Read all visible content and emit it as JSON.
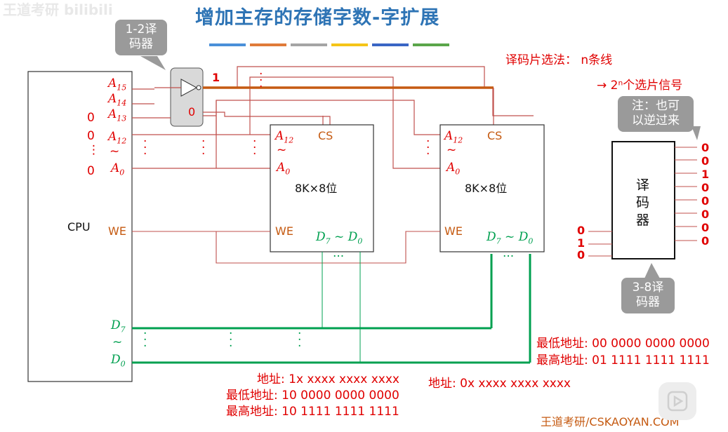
{
  "watermark": "王道考研 bilibili",
  "title": "增加主存的存储字数-字扩展",
  "title_bar_colors": [
    "#4a90d9",
    "#e07b39",
    "#a5a5a5",
    "#f5c518",
    "#3a66c5",
    "#5aa64a"
  ],
  "decoder_small": {
    "callout": [
      "1-2译",
      "码器"
    ],
    "out_high": "1",
    "out_low": "0"
  },
  "cpu": {
    "label": "CPU",
    "addr_pins": [
      "A15",
      "A14",
      "A13",
      "A12",
      "~",
      "A0"
    ],
    "addr_values": [
      "0",
      "0",
      "⋮",
      "0"
    ],
    "we_label": "WE",
    "data_pins": [
      "D7",
      "~",
      "D0"
    ]
  },
  "chips": [
    {
      "cs": "CS",
      "addr_top": "A12",
      "addr_sep": "~",
      "addr_bottom": "A0",
      "size": "8K×8位",
      "we": "WE",
      "data": "D7 ~ D0"
    },
    {
      "cs": "CS",
      "addr_top": "A12",
      "addr_sep": "~",
      "addr_bottom": "A0",
      "size": "8K×8位",
      "we": "WE",
      "data": "D7 ~ D0"
    }
  ],
  "notes": {
    "select_method": "译码片选法： n条线",
    "arrow_signals": "→ 2ⁿ个选片信号",
    "note_callout": [
      "注：也可",
      "以逆过来"
    ]
  },
  "decoder_big": {
    "label": [
      "译",
      "码",
      "器"
    ],
    "inputs": [
      "0",
      "1",
      "0"
    ],
    "outputs": [
      "0",
      "0",
      "1",
      "0",
      "0",
      "0",
      "0",
      "0"
    ],
    "callout": [
      "3-8译",
      "码器"
    ]
  },
  "chip1_addresses": {
    "pattern": "地址: 1x xxxx xxxx xxxx",
    "lowest": "最低地址: 10 0000 0000 0000",
    "highest": "最高地址: 10 1111 1111 1111"
  },
  "chip2_addresses": {
    "pattern": "地址: 0x xxxx xxxx xxxx",
    "lowest": "最低地址: 00 0000 0000 0000",
    "highest": "最高地址: 01 1111 1111 1111"
  },
  "footer": "王道考研/CSKAOYAN.COM",
  "colors": {
    "address_line": "#c0504d",
    "we_line": "#c55a11",
    "data_line": "#00a050",
    "highlight": "#c55a11",
    "label_red": "#e00000"
  }
}
